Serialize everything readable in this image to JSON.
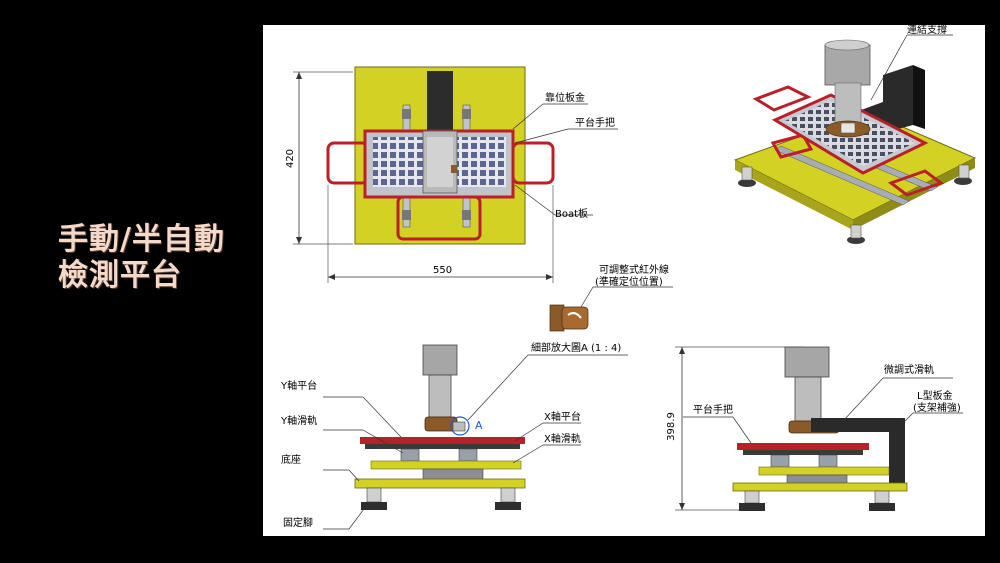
{
  "title": {
    "line1": "手動/半自動",
    "line2": "檢測平台"
  },
  "top_view": {
    "dim_height": "420",
    "dim_width": "550",
    "labels": {
      "positioning_plate": "靠位板金",
      "platform_handle": "平台手把",
      "boat_plate": "Boat板"
    }
  },
  "iso_view": {
    "labels": {
      "connecting_support": "連結支撐"
    }
  },
  "ir_sensor": {
    "label_line1": "可調整式紅外線",
    "label_line2": "(準確定位位置)"
  },
  "front_view": {
    "labels": {
      "detail_view": "細部放大圖A (1 : 4)",
      "y_platform": "Y軸平台",
      "y_rail": "Y軸滑軌",
      "x_platform": "X軸平台",
      "x_rail": "X軸滑軌",
      "base": "底座",
      "fixed_feet": "固定腳",
      "detail_marker": "A"
    }
  },
  "side_view": {
    "dim_height": "398.9",
    "labels": {
      "platform_handle": "平台手把",
      "fine_rail": "微調式滑軌",
      "l_bracket_line1": "L型板金",
      "l_bracket_line2": "(支架補強)"
    }
  },
  "colors": {
    "base_plate": "#d4d125",
    "handle_red": "#b8202a",
    "tray_grey": "#8a8d93",
    "column_dark": "#2a2a2a",
    "cylinder_grey": "#a6a6a6",
    "bronze": "#8a5a28"
  }
}
